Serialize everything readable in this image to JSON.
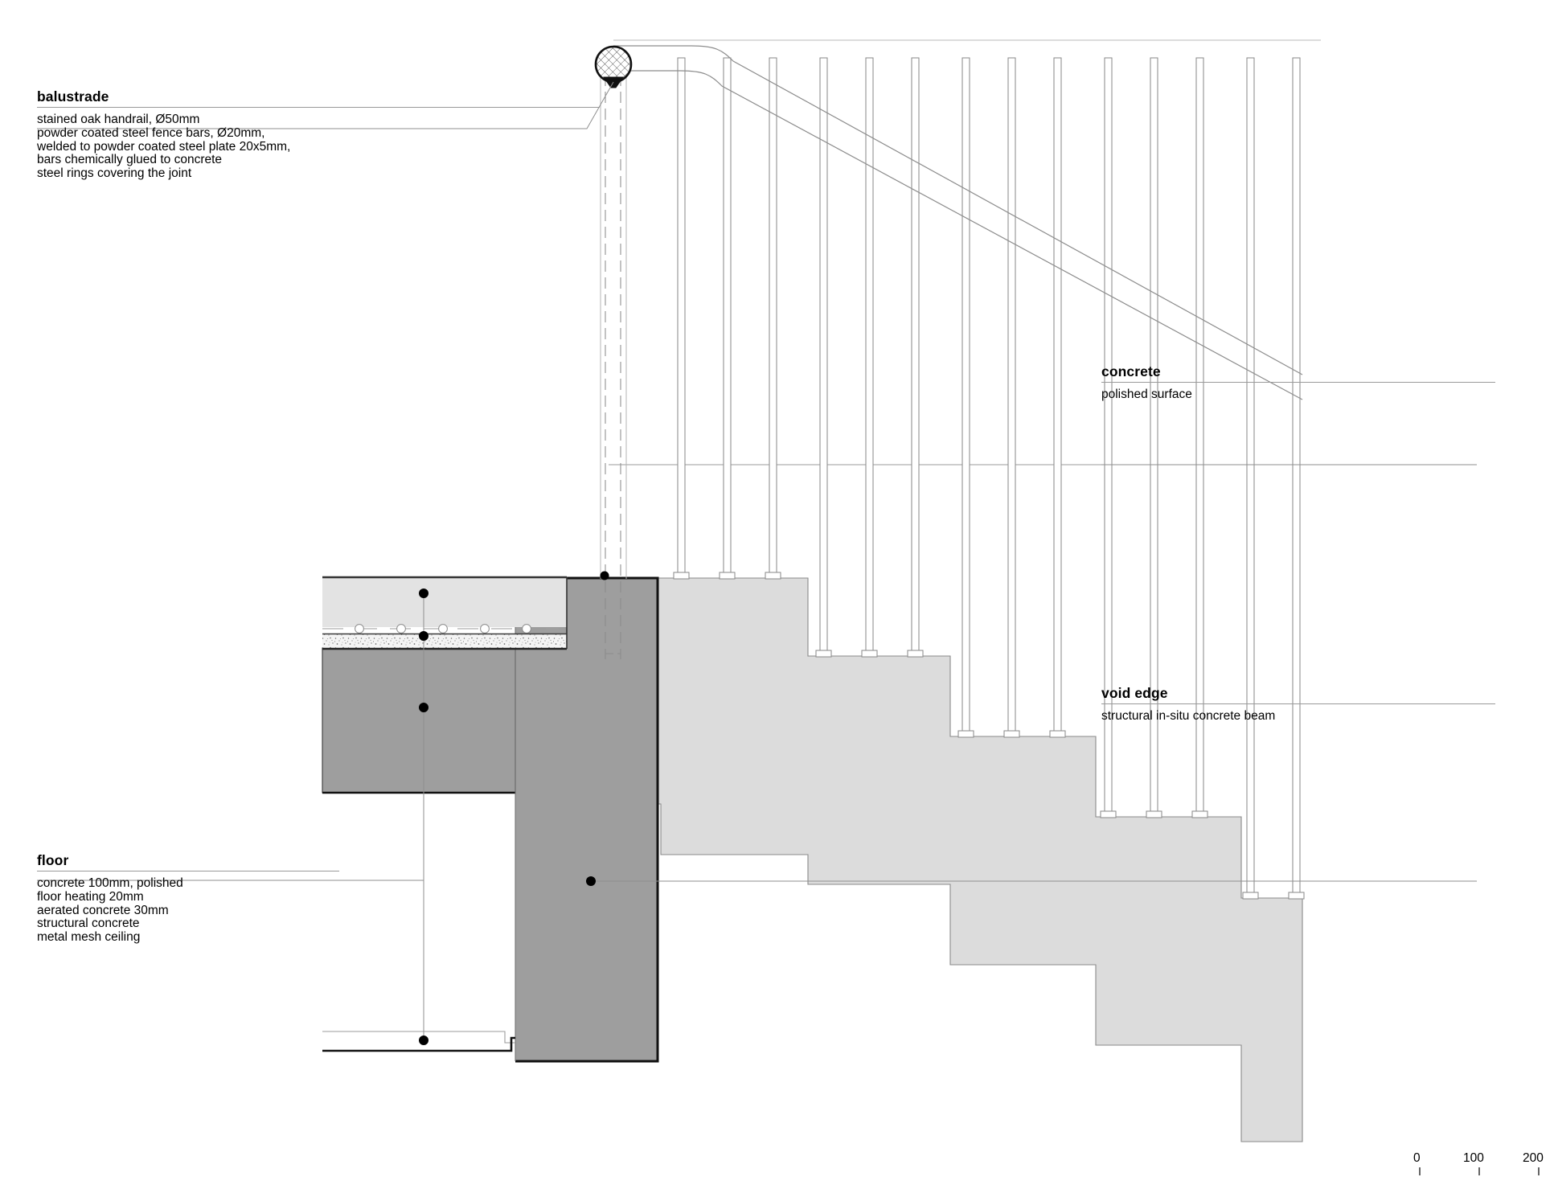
{
  "sheet": {
    "type": "architectural-section-detail",
    "background_color": "#ffffff",
    "line_color": "#000000",
    "thin_line_color": "#8c8c8c"
  },
  "annotations": {
    "balustrade": {
      "title": "balustrade",
      "lines": [
        "stained oak handrail, Ø50mm",
        "powder coated steel fence bars, Ø20mm,",
        "welded to powder coated steel plate 20x5mm,",
        "bars chemically glued to concrete",
        "steel rings covering the joint"
      ]
    },
    "floor": {
      "title": "floor",
      "lines": [
        "concrete 100mm, polished",
        "floor heating 20mm",
        "aerated concrete 30mm",
        "structural concrete",
        "metal mesh ceiling"
      ]
    },
    "concrete": {
      "title": "concrete",
      "lines": [
        "polished surface"
      ]
    },
    "void_edge": {
      "title": "void edge",
      "lines": [
        "structural in-situ concrete beam"
      ]
    }
  },
  "scale_bar": {
    "unit": "mm",
    "ticks": [
      "0",
      "100",
      "200"
    ]
  },
  "materials": {
    "stair_light_concrete": "#dcdcdc",
    "beam_dark_concrete": "#9e9e9e",
    "floor_topping": "#e3e3e3",
    "aerated_concrete": "#f2f2f2",
    "handrail_fill": "#ffffff",
    "baluster_outline": "#8c8c8c"
  },
  "elements": {
    "handrail": "stained oak handrail, circular section",
    "balusters": "powder coated steel fence bars",
    "steel_rings": "steel rings covering the joint",
    "stair_flight": "in-situ concrete stair",
    "void_beam": "structural in-situ concrete beam",
    "floor_slab": "structural concrete floor slab",
    "ceiling": "metal mesh ceiling"
  }
}
